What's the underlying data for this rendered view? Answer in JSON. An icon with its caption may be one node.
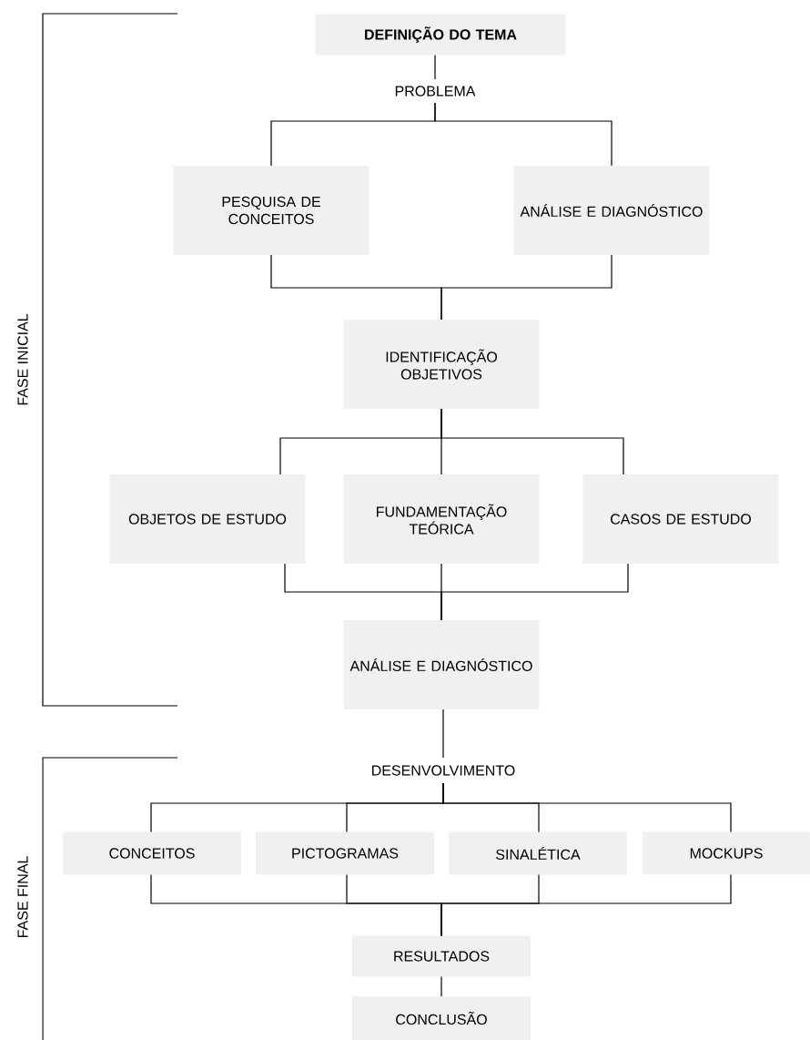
{
  "diagram": {
    "nodes": [
      {
        "text": [
          "DEFINIÇÃO DO TEMA"
        ]
      },
      {
        "text": [
          "PROBLEMA"
        ]
      },
      {
        "text": [
          "PESQUISA DE CONCEITOS"
        ]
      },
      {
        "text": [
          "ANÁLISE E DIAGNÓSTICO"
        ]
      },
      {
        "text": [
          "IDENTIFICAÇÃO OBJETIVOS"
        ]
      },
      {
        "text": [
          "OBJETOS DE ESTUDO"
        ]
      },
      {
        "text": [
          "FUNDAMENTAÇÃO TEÓRICA"
        ]
      },
      {
        "text": [
          "CASOS DE ESTUDO"
        ]
      },
      {
        "text": [
          "ANÁLISE E DIAGNÓSTICO"
        ]
      },
      {
        "text": [
          "DESENVOLVIMENTO"
        ]
      },
      {
        "text": [
          "CONCEITOS"
        ]
      },
      {
        "text": [
          "PICTOGRAMAS"
        ]
      },
      {
        "text": [
          "SINALÉTICA"
        ]
      },
      {
        "text": [
          "MOCKUPS"
        ]
      },
      {
        "text": [
          "RESULTADOS"
        ]
      },
      {
        "text": [
          "CONCLUSÃO"
        ]
      }
    ],
    "edges": [
      {
        "from": 0,
        "to": 1,
        "arrow": "none"
      },
      {
        "from": 1,
        "to": 2,
        "arrow": "none"
      },
      {
        "from": 1,
        "to": 3,
        "arrow": "none"
      },
      {
        "from": 2,
        "to": 4,
        "arrow": "none"
      },
      {
        "from": 3,
        "to": 4,
        "arrow": "none"
      },
      {
        "from": 4,
        "to": 5,
        "arrow": "none"
      },
      {
        "from": 4,
        "to": 6,
        "arrow": "none"
      },
      {
        "from": 4,
        "to": 7,
        "arrow": "none"
      },
      {
        "from": 5,
        "to": 8,
        "arrow": "none"
      },
      {
        "from": 6,
        "to": 8,
        "arrow": "none"
      },
      {
        "from": 7,
        "to": 8,
        "arrow": "none"
      },
      {
        "from": 8,
        "to": 9,
        "arrow": "none"
      },
      {
        "from": 9,
        "to": 10,
        "arrow": "none"
      },
      {
        "from": 9,
        "to": 11,
        "arrow": "none"
      },
      {
        "from": 9,
        "to": 12,
        "arrow": "none"
      },
      {
        "from": 9,
        "to": 13,
        "arrow": "none"
      },
      {
        "from": 10,
        "to": 14,
        "arrow": "none"
      },
      {
        "from": 11,
        "to": 14,
        "arrow": "none"
      },
      {
        "from": 12,
        "to": 14,
        "arrow": "none"
      },
      {
        "from": 13,
        "to": 14,
        "arrow": "none"
      },
      {
        "from": 14,
        "to": 15,
        "arrow": "none"
      }
    ],
    "labels": [
      "FASE INICIAL",
      "FASE FINAL"
    ]
  }
}
